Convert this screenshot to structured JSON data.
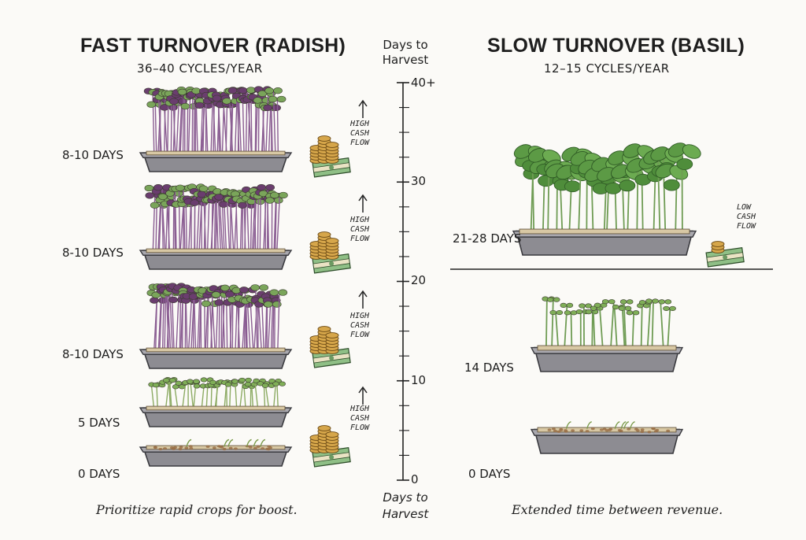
{
  "left": {
    "title": "FAST TURNOVER (RADISH)",
    "subtitle": "36–40 CYCLES/YEAR",
    "caption": "Prioritize rapid crops for boost.",
    "stages": [
      {
        "label": "8-10 DAYS",
        "cash": [
          "HIGH",
          "CASH",
          "FLOW"
        ],
        "growth": "full"
      },
      {
        "label": "8-10 DAYS",
        "cash": [
          "HIGH",
          "CASH",
          "FLOW"
        ],
        "growth": "full"
      },
      {
        "label": "8-10 DAYS",
        "cash": [
          "HIGH",
          "CASH",
          "FLOW"
        ],
        "growth": "full"
      },
      {
        "label": "5 DAYS",
        "cash": [
          "HIGH",
          "CASH",
          "FLOW"
        ],
        "growth": "sprout"
      },
      {
        "label": "0 DAYS",
        "growth": "seed"
      }
    ],
    "plant_color": "#6a3d6e"
  },
  "axis": {
    "top_label": "Days to Harvest",
    "bottom_label": "Days to Harvest",
    "ticks": [
      "40+",
      "30",
      "20",
      "10",
      "0"
    ]
  },
  "right": {
    "title": "SLOW TURNOVER (BASIL)",
    "subtitle": "12–15 CYCLES/YEAR",
    "caption": "Extended time between revenue.",
    "stages": [
      {
        "label": "21-28 DAYS",
        "cash": [
          "LOW",
          "CASH",
          "FLOW"
        ],
        "growth": "full"
      },
      {
        "label": "14 DAYS",
        "growth": "sprout"
      },
      {
        "label": "0 DAYS",
        "growth": "seed"
      }
    ],
    "plant_color": "#5c9a45"
  },
  "icons": {
    "money": "money-stack-icon",
    "arrow": "up-arrow-icon"
  }
}
